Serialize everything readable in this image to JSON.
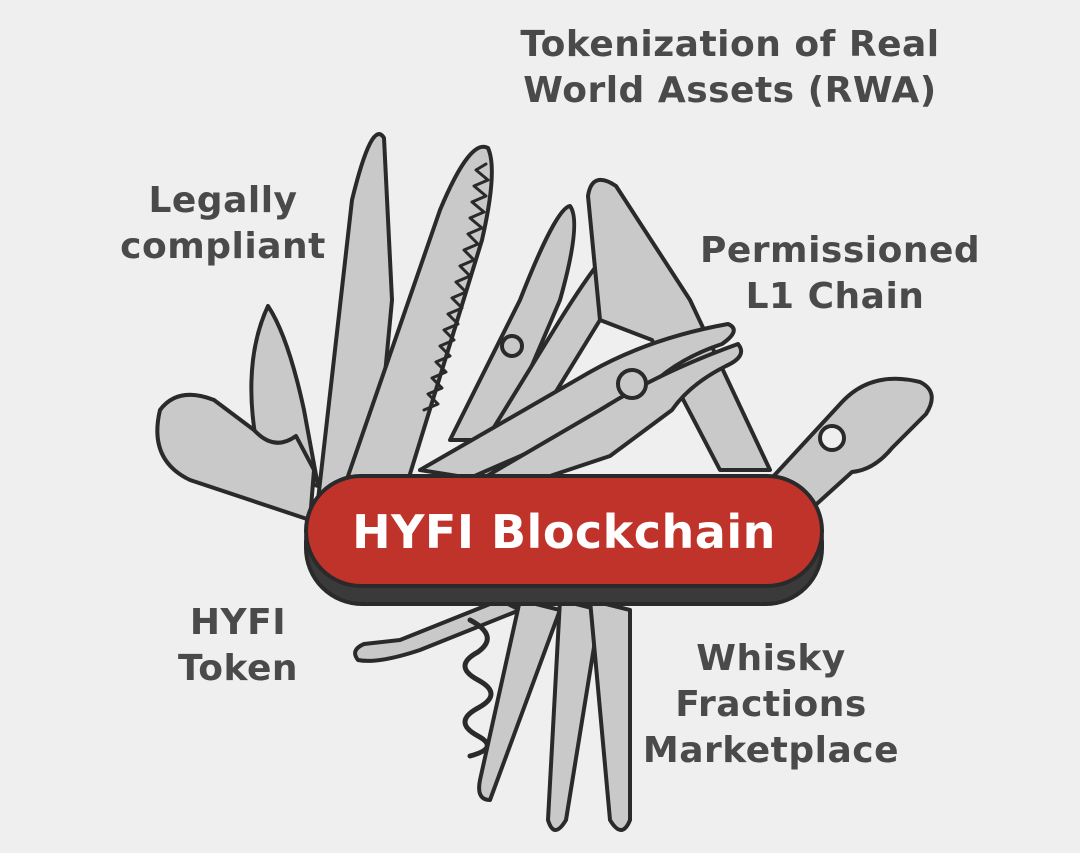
{
  "handle": {
    "title": "HYFI Blockchain",
    "color": "#c0332b"
  },
  "labels": {
    "rwa": [
      "Tokenization of Real",
      "World Assets (RWA)"
    ],
    "legal": [
      "Legally",
      "compliant"
    ],
    "permissioned": [
      "Permissioned",
      "L1 Chain"
    ],
    "token": [
      "HYFI",
      "Token"
    ],
    "whisky": [
      "Whisky",
      "Fractions",
      "Marketplace"
    ]
  },
  "colors": {
    "background": "#efefef",
    "tool": "#c9c9c9",
    "outline": "#2a2a2a",
    "text": "#4a4a4a"
  }
}
